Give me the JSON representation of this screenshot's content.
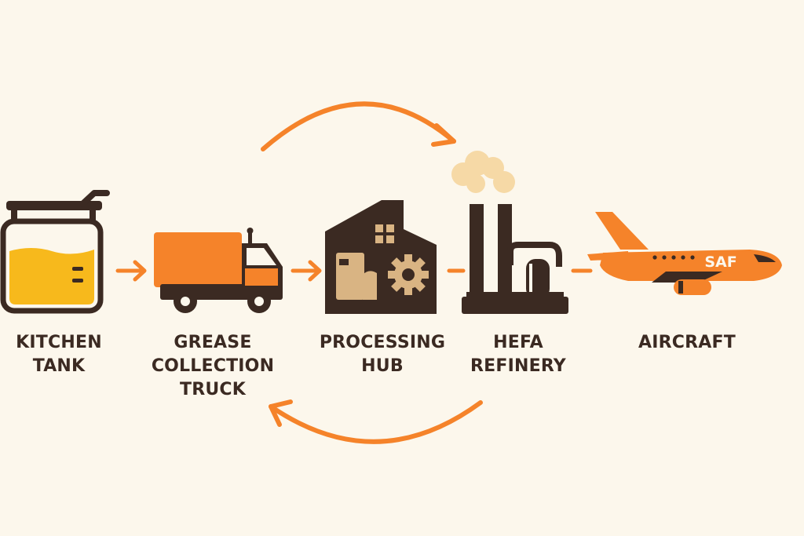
{
  "colors": {
    "background": "#fcf7ec",
    "orange": "#f5832a",
    "dark_brown": "#3b2a22",
    "tan": "#d9b483",
    "oil_yellow": "#f7b91c",
    "smoke": "#f6d9a6"
  },
  "steps": [
    {
      "id": "kitchen-tank",
      "icon": "kitchen-tank-icon",
      "label": [
        "KITCHEN",
        "TANK"
      ]
    },
    {
      "id": "grease-truck",
      "icon": "grease-truck-icon",
      "label": [
        "GREASE",
        "COLLECTION",
        "TRUCK"
      ]
    },
    {
      "id": "processing-hub",
      "icon": "processing-hub-icon",
      "label": [
        "PROCESSING",
        "HUB"
      ]
    },
    {
      "id": "hefa-refinery",
      "icon": "hefa-refinery-icon",
      "label": [
        "HEFA",
        "REFINERY"
      ]
    },
    {
      "id": "aircraft",
      "icon": "aircraft-icon",
      "label": [
        "AIRCRAFT"
      ]
    }
  ],
  "aircraft_badge": "SAF"
}
